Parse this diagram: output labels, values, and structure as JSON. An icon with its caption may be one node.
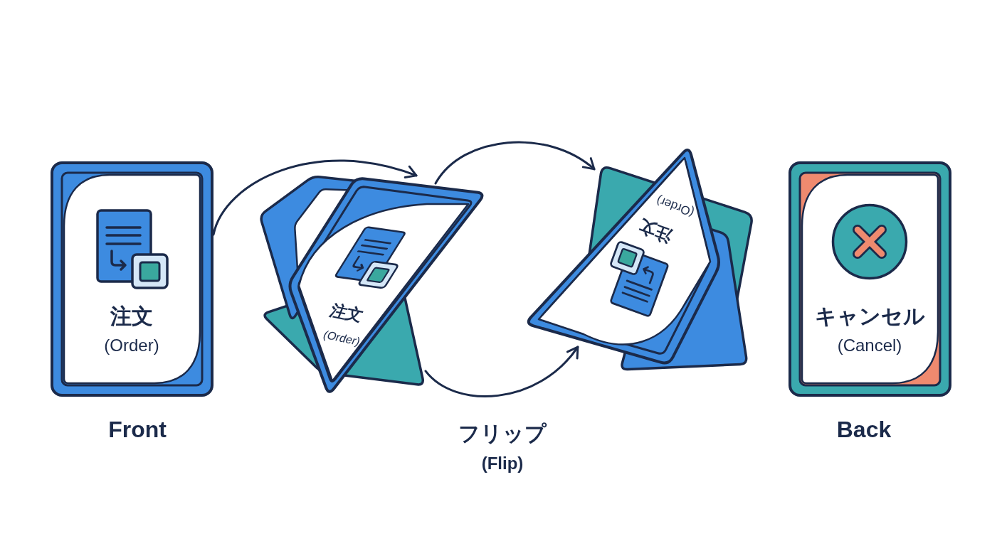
{
  "diagram": {
    "nodes": [
      {
        "text": [
          "注文",
          "(Order)"
        ],
        "beside": [
          "Front"
        ]
      },
      {
        "text": [
          "注文",
          "(Order)"
        ]
      },
      {
        "text": [
          "注文",
          "(Order)"
        ]
      },
      {
        "text": [
          "キャンセル",
          "(Cancel)"
        ],
        "beside": [
          "Back"
        ]
      }
    ],
    "edges": [
      {
        "from": 0,
        "to": 1,
        "arrow": "to"
      },
      {
        "from": 1,
        "to": 2,
        "arrow": "to"
      },
      {
        "from": 1,
        "to": 2,
        "arrow": "to"
      }
    ],
    "labels": [
      "フリップ",
      "(Flip)"
    ]
  }
}
